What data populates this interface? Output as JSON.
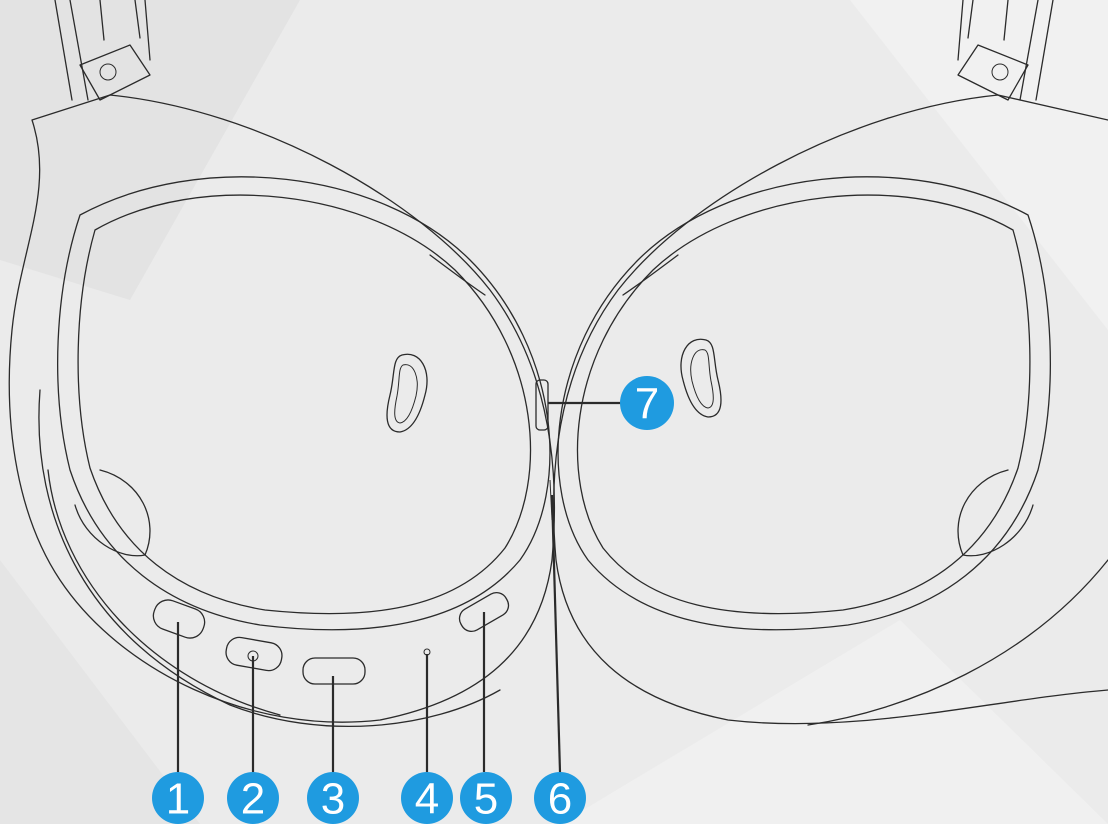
{
  "diagram": {
    "accent_color": "#1f9be0",
    "background_color": "#ebebeb",
    "line_color": "#2b2b2b",
    "callouts": [
      {
        "id": "1",
        "label": "1"
      },
      {
        "id": "2",
        "label": "2"
      },
      {
        "id": "3",
        "label": "3"
      },
      {
        "id": "4",
        "label": "4"
      },
      {
        "id": "5",
        "label": "5"
      },
      {
        "id": "6",
        "label": "6"
      },
      {
        "id": "7",
        "label": "7"
      }
    ]
  }
}
